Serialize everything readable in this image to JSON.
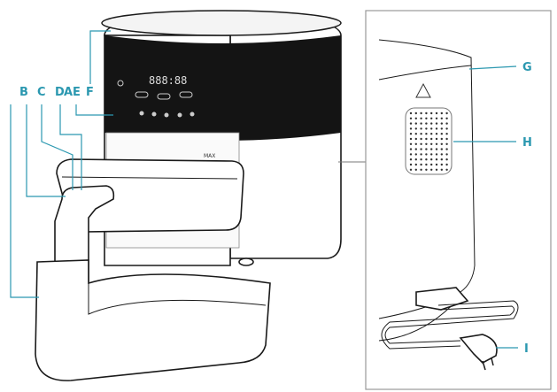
{
  "diagram": {
    "label_color": "#2b98b0",
    "labels": {
      "a": "A",
      "b": "B",
      "c": "C",
      "d": "D",
      "e": "E",
      "f": "F",
      "g": "G",
      "h": "H",
      "i": "I"
    },
    "display": {
      "readout": "888:88",
      "basket_mark": "MAX"
    }
  }
}
